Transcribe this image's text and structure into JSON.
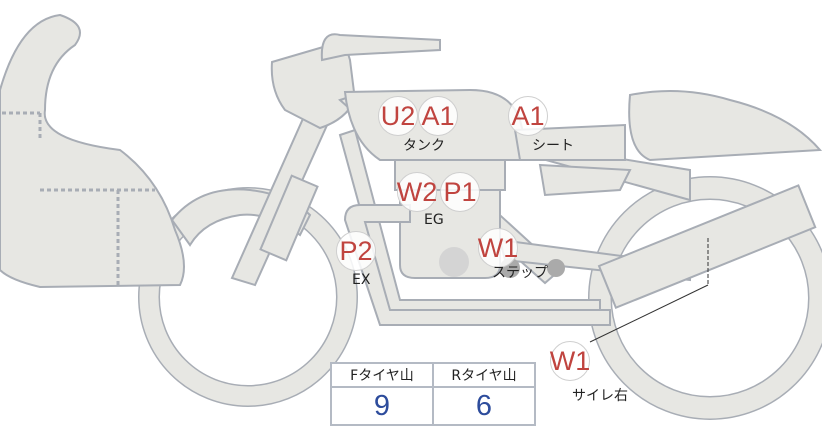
{
  "markers": {
    "tank_u2": "U2",
    "tank_a1": "A1",
    "seat_a1": "A1",
    "eg_w2": "W2",
    "eg_p1": "P1",
    "ex_p2": "P2",
    "step_w1": "W1",
    "muffler_w1": "W1"
  },
  "labels": {
    "tank": "タンク",
    "seat": "シート",
    "eg": "EG",
    "ex": "EX",
    "step": "ステップ",
    "muffler": "サイレ右"
  },
  "tire_table": {
    "headers": [
      "Fタイヤ山",
      "Rタイヤ山"
    ],
    "values": [
      "9",
      "6"
    ]
  },
  "colors": {
    "marker_text": "#c0443f",
    "value_text": "#2d4c9c",
    "body_fill": "#e7e7e3",
    "outline": "#a8adb5"
  }
}
